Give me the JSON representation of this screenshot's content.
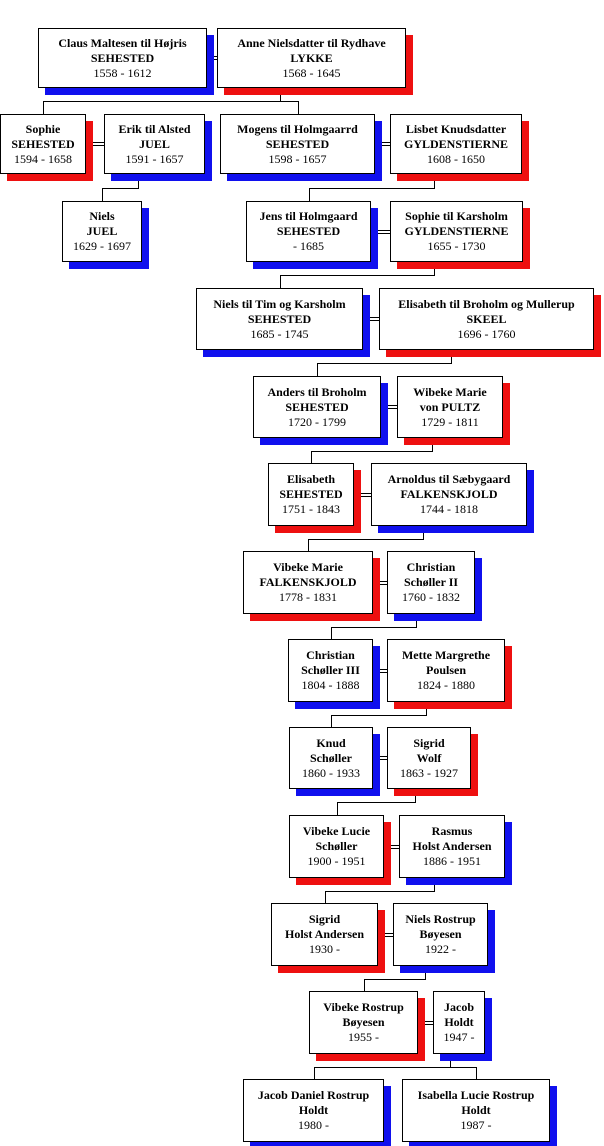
{
  "persons": [
    {
      "id": "p1",
      "lines": [
        "Claus Maltesen til Højris",
        "SEHESTED",
        "1558 - 1612"
      ],
      "shadow": "blue"
    },
    {
      "id": "p2",
      "lines": [
        "Anne Nielsdatter til Rydhave",
        "LYKKE",
        "1568 - 1645"
      ],
      "shadow": "red"
    },
    {
      "id": "p3",
      "lines": [
        "Sophie",
        "SEHESTED",
        "1594 - 1658"
      ],
      "shadow": "red"
    },
    {
      "id": "p4",
      "lines": [
        "Erik til Alsted",
        "JUEL",
        "1591 - 1657"
      ],
      "shadow": "blue"
    },
    {
      "id": "p5",
      "lines": [
        "Mogens til Holmgaarrd",
        "SEHESTED",
        "1598 - 1657"
      ],
      "shadow": "blue"
    },
    {
      "id": "p6",
      "lines": [
        "Lisbet Knudsdatter",
        "GYLDENSTIERNE",
        "1608 - 1650"
      ],
      "shadow": "red"
    },
    {
      "id": "p7",
      "lines": [
        "Niels",
        "JUEL",
        "1629 - 1697"
      ],
      "shadow": "blue"
    },
    {
      "id": "p8",
      "lines": [
        "Jens til Holmgaard",
        "SEHESTED",
        "- 1685"
      ],
      "shadow": "blue"
    },
    {
      "id": "p9",
      "lines": [
        "Sophie til Karsholm",
        "GYLDENSTIERNE",
        "1655 - 1730"
      ],
      "shadow": "red"
    },
    {
      "id": "p10",
      "lines": [
        "Niels til Tim og Karsholm",
        "SEHESTED",
        "1685 - 1745"
      ],
      "shadow": "blue"
    },
    {
      "id": "p11",
      "lines": [
        "Elisabeth til Broholm og Mullerup",
        "SKEEL",
        "1696 - 1760"
      ],
      "shadow": "red"
    },
    {
      "id": "p12",
      "lines": [
        "Anders til Broholm",
        "SEHESTED",
        "1720 - 1799"
      ],
      "shadow": "blue"
    },
    {
      "id": "p13",
      "lines": [
        "Wibeke Marie",
        "von PULTZ",
        "1729 - 1811"
      ],
      "shadow": "red"
    },
    {
      "id": "p14",
      "lines": [
        "Elisabeth",
        "SEHESTED",
        "1751 - 1843"
      ],
      "shadow": "red"
    },
    {
      "id": "p15",
      "lines": [
        "Arnoldus til Sæbygaard",
        "FALKENSKJOLD",
        "1744 - 1818"
      ],
      "shadow": "blue"
    },
    {
      "id": "p16",
      "lines": [
        "Vibeke Marie",
        "FALKENSKJOLD",
        "1778 - 1831"
      ],
      "shadow": "red"
    },
    {
      "id": "p17",
      "lines": [
        "Christian",
        "Schøller II",
        "1760 - 1832"
      ],
      "shadow": "blue"
    },
    {
      "id": "p18",
      "lines": [
        "Christian",
        "Schøller III",
        "1804 - 1888"
      ],
      "shadow": "blue"
    },
    {
      "id": "p19",
      "lines": [
        "Mette Margrethe",
        "Poulsen",
        "1824 - 1880"
      ],
      "shadow": "red"
    },
    {
      "id": "p20",
      "lines": [
        "Knud",
        "Schøller",
        "1860 - 1933"
      ],
      "shadow": "blue"
    },
    {
      "id": "p21",
      "lines": [
        "Sigrid",
        "Wolf",
        "1863 - 1927"
      ],
      "shadow": "red"
    },
    {
      "id": "p22",
      "lines": [
        "Vibeke Lucie",
        "Schøller",
        "1900 - 1951"
      ],
      "shadow": "red"
    },
    {
      "id": "p23",
      "lines": [
        "Rasmus",
        "Holst Andersen",
        "1886 - 1951"
      ],
      "shadow": "blue"
    },
    {
      "id": "p24",
      "lines": [
        "Sigrid",
        "Holst Andersen",
        "1930 -"
      ],
      "shadow": "red"
    },
    {
      "id": "p25",
      "lines": [
        "Niels Rostrup",
        "Bøyesen",
        "1922 -"
      ],
      "shadow": "blue"
    },
    {
      "id": "p26",
      "lines": [
        "Vibeke Rostrup",
        "Bøyesen",
        "1955 -"
      ],
      "shadow": "red"
    },
    {
      "id": "p27",
      "lines": [
        "Jacob",
        "Holdt",
        "1947 -"
      ],
      "shadow": "blue"
    },
    {
      "id": "p28",
      "lines": [
        "Jacob Daniel Rostrup",
        "Holdt",
        "1980 -"
      ],
      "shadow": "blue"
    },
    {
      "id": "p29",
      "lines": [
        "Isabella Lucie Rostrup",
        "Holdt",
        "1987 -"
      ],
      "shadow": "blue"
    }
  ],
  "marriages": [
    [
      "p1",
      "p2"
    ],
    [
      "p5",
      "p6"
    ],
    [
      "p3",
      "p4"
    ],
    [
      "p8",
      "p9"
    ],
    [
      "p10",
      "p11"
    ],
    [
      "p12",
      "p13"
    ],
    [
      "p14",
      "p15"
    ],
    [
      "p16",
      "p17"
    ],
    [
      "p18",
      "p19"
    ],
    [
      "p20",
      "p21"
    ],
    [
      "p22",
      "p23"
    ],
    [
      "p24",
      "p25"
    ],
    [
      "p26",
      "p27"
    ]
  ],
  "descents": [
    {
      "parents": [
        "p1",
        "p2"
      ],
      "children": [
        "p3",
        "p5"
      ]
    },
    {
      "parents": [
        "p3",
        "p4"
      ],
      "children": [
        "p7"
      ]
    },
    {
      "parents": [
        "p5",
        "p6"
      ],
      "children": [
        "p8"
      ]
    },
    {
      "parents": [
        "p8",
        "p9"
      ],
      "children": [
        "p10"
      ]
    },
    {
      "parents": [
        "p10",
        "p11"
      ],
      "children": [
        "p12"
      ]
    },
    {
      "parents": [
        "p12",
        "p13"
      ],
      "children": [
        "p14"
      ]
    },
    {
      "parents": [
        "p14",
        "p15"
      ],
      "children": [
        "p16"
      ]
    },
    {
      "parents": [
        "p16",
        "p17"
      ],
      "children": [
        "p18"
      ]
    },
    {
      "parents": [
        "p18",
        "p19"
      ],
      "children": [
        "p20"
      ]
    },
    {
      "parents": [
        "p20",
        "p21"
      ],
      "children": [
        "p22"
      ]
    },
    {
      "parents": [
        "p22",
        "p23"
      ],
      "children": [
        "p24"
      ]
    },
    {
      "parents": [
        "p24",
        "p25"
      ],
      "children": [
        "p26"
      ]
    },
    {
      "parents": [
        "p26",
        "p27"
      ],
      "children": [
        "p28",
        "p29"
      ]
    }
  ],
  "colors": {
    "blue": "#1010ee",
    "red": "#ee1010"
  }
}
